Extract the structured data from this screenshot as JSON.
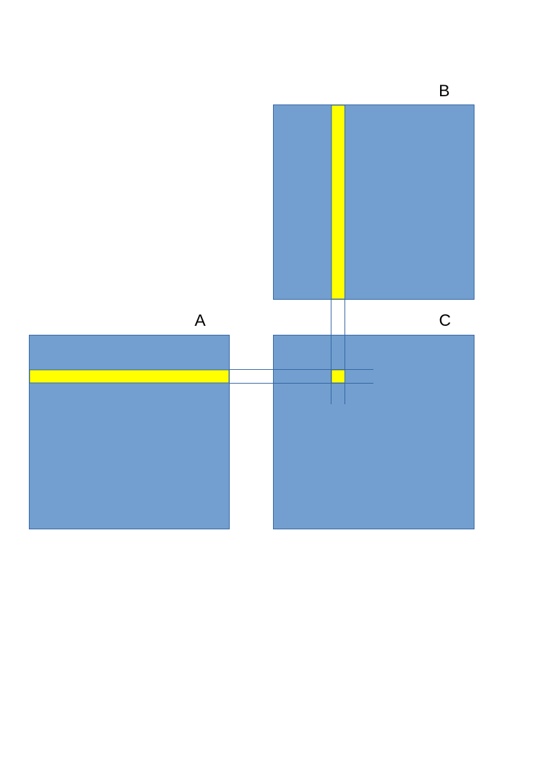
{
  "matrices": {
    "a": {
      "label": "A"
    },
    "b": {
      "label": "B"
    },
    "c": {
      "label": "C"
    }
  },
  "colors": {
    "matrix_fill": "#729fcf",
    "matrix_border": "#3465a4",
    "highlight_fill": "#ffff00",
    "guide_line": "#3465a4",
    "label_text": "#000000"
  }
}
